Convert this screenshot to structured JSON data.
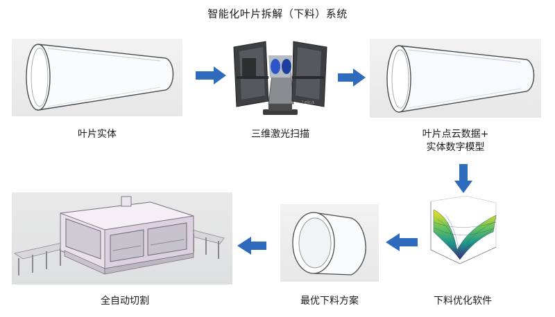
{
  "title": "智能化叶片拆解（下料）系统",
  "steps": {
    "blade_solid": "叶片实体",
    "laser_scan": "三维激光扫描",
    "point_cloud_line1": "叶片点云数据+",
    "point_cloud_line2": "实体数字模型",
    "software": "下料优化软件",
    "plan": "最优下料方案",
    "cutting": "全自动切割"
  },
  "scanner_brand": "Leica",
  "colors": {
    "arrow": "#2f6bbd",
    "panel": "#ececec",
    "tube_fill": "#f8fafc",
    "tube_stroke": "#4a4a4a"
  }
}
